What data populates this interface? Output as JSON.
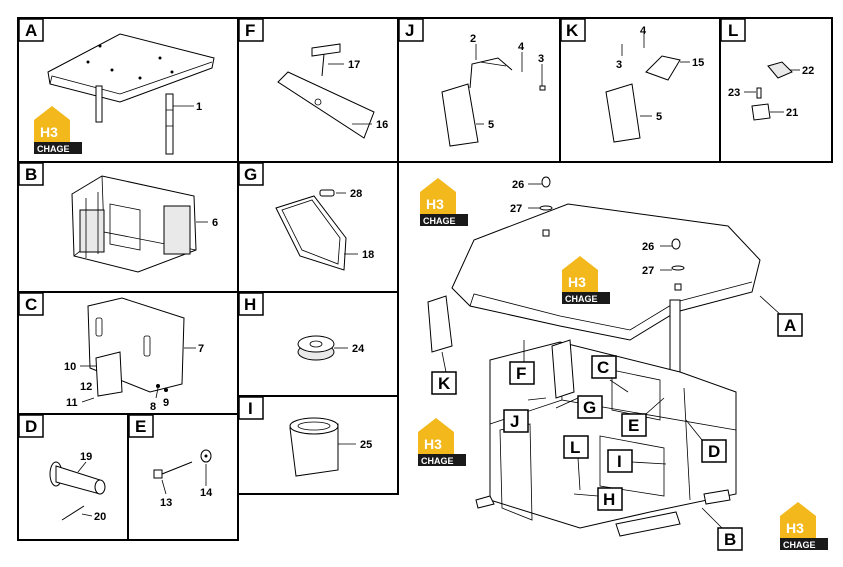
{
  "panels": {
    "A": {
      "letter": "A",
      "labels": [
        "1"
      ]
    },
    "B": {
      "letter": "B",
      "labels": [
        "6"
      ]
    },
    "C": {
      "letter": "C",
      "labels": [
        "7",
        "10",
        "12",
        "11",
        "8",
        "9"
      ]
    },
    "D": {
      "letter": "D",
      "labels": [
        "19",
        "20"
      ]
    },
    "E": {
      "letter": "E",
      "labels": [
        "13",
        "14"
      ]
    },
    "F": {
      "letter": "F",
      "labels": [
        "17",
        "16"
      ]
    },
    "G": {
      "letter": "G",
      "labels": [
        "28",
        "18"
      ]
    },
    "H": {
      "letter": "H",
      "labels": [
        "24"
      ]
    },
    "I": {
      "letter": "I",
      "labels": [
        "25"
      ]
    },
    "J": {
      "letter": "J",
      "labels": [
        "2",
        "4",
        "3",
        "5"
      ]
    },
    "K": {
      "letter": "K",
      "labels": [
        "4",
        "3",
        "15",
        "5"
      ]
    },
    "L": {
      "letter": "L",
      "labels": [
        "22",
        "23",
        "21"
      ]
    }
  },
  "main_view": {
    "part_labels": [
      "26",
      "27",
      "26",
      "27"
    ],
    "callouts": [
      "A",
      "B",
      "C",
      "D",
      "E",
      "F",
      "G",
      "I",
      "J",
      "K",
      "L",
      "H"
    ]
  },
  "watermark": {
    "text": "CHAGE",
    "monogram": "H3",
    "color": "#f2b81c"
  }
}
